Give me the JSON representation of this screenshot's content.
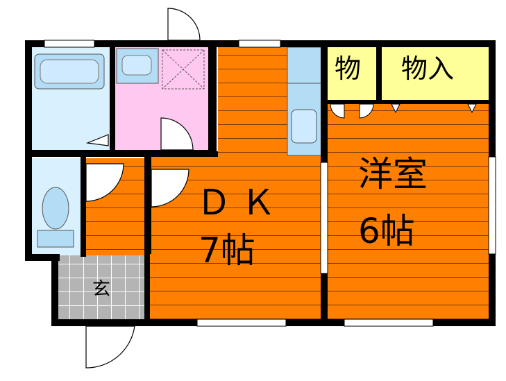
{
  "rooms": {
    "dk_label": "ＤＫ",
    "dk_size": "7帖",
    "western_label": "洋室",
    "western_size": "6帖",
    "storage_small": "物",
    "storage_large": "物入",
    "entrance": "玄"
  },
  "colors": {
    "floor_wood": "#ff8000",
    "floor_line": "#7a3a00",
    "wall": "#000000",
    "bath": "#d9f0ff",
    "fixture": "#b3dcf5",
    "washroom": "#ffc8f0",
    "storage": "#ffff99",
    "entrance_tile": "#b4b4b4"
  }
}
